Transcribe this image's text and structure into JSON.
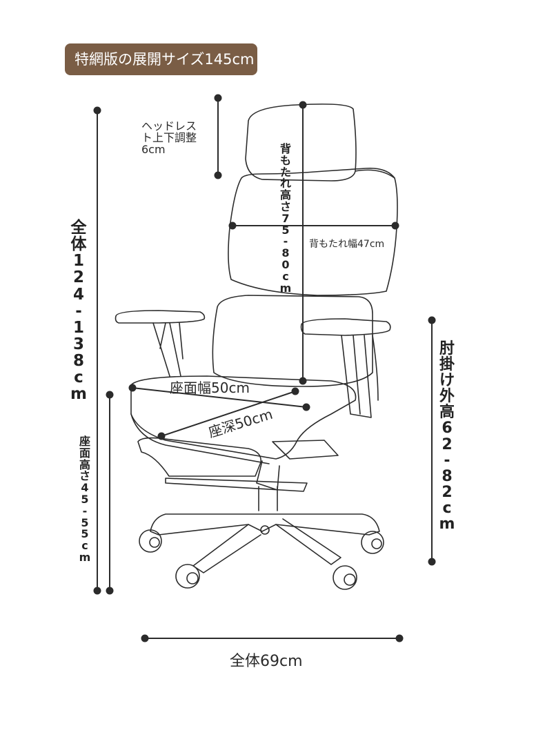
{
  "badge": {
    "text": "特網版の展開サイズ145cm"
  },
  "labels": {
    "headrest_adjust_line1": "ヘッドレス",
    "headrest_adjust_line2": "ト上下調整",
    "headrest_adjust_line3": "6cm",
    "back_width": "背もたれ幅47cm",
    "seat_width": "座面幅50cm",
    "seat_depth": "座深50cm",
    "overall_width": "全体69cm"
  },
  "vertical_labels": {
    "overall_height": [
      "全",
      "体",
      "1",
      "2",
      "4",
      "-",
      "1",
      "3",
      "8",
      "c",
      "m"
    ],
    "seat_height": [
      "座",
      "面",
      "高",
      "さ",
      "4",
      "5",
      "-",
      "5",
      "5",
      "c",
      "m"
    ],
    "back_height": [
      "背",
      "も",
      "た",
      "れ",
      "高",
      "さ",
      "7",
      "5",
      "-",
      "8",
      "0",
      "c",
      "m"
    ],
    "armrest_height": [
      "肘",
      "掛",
      "け",
      "外",
      "高",
      "6",
      "2",
      "-",
      "8",
      "2",
      "c",
      "m"
    ]
  },
  "colors": {
    "badge": "#7a5d45",
    "line": "#2b2b2b",
    "text": "#222222"
  }
}
